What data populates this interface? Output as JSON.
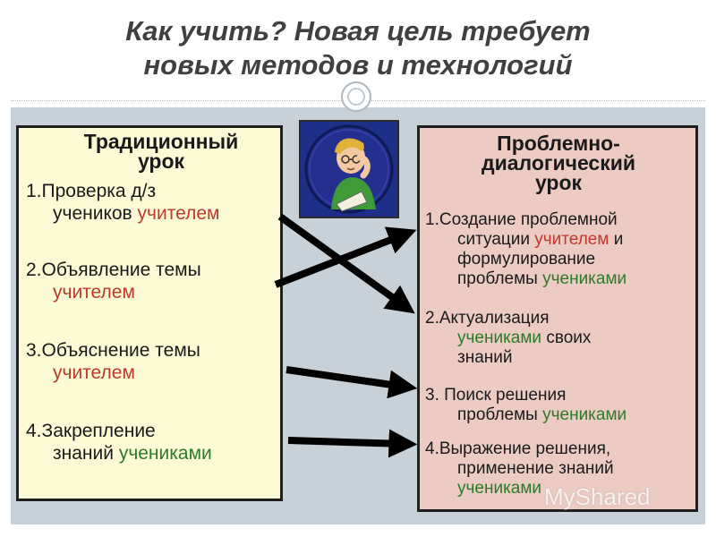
{
  "slide": {
    "title_lines": [
      "Как учить? Новая цель требует",
      "новых методов и технологий"
    ]
  },
  "traditional": {
    "title_lines": [
      "Традиционный",
      "урок"
    ],
    "items": [
      {
        "lines": [
          [
            {
              "t": "1.Проверка д/з"
            }
          ],
          [
            {
              "t": "учеников "
            },
            {
              "t": "учителем",
              "c": "teacher"
            }
          ]
        ]
      },
      {
        "lines": [
          [
            {
              "t": "2.Объявление темы"
            }
          ],
          [
            {
              "t": "учителем",
              "c": "teacher"
            }
          ]
        ]
      },
      {
        "lines": [
          [
            {
              "t": "3.Объяснение темы"
            }
          ],
          [
            {
              "t": "учителем",
              "c": "teacher"
            }
          ]
        ]
      },
      {
        "lines": [
          [
            {
              "t": "4.Закрепление"
            }
          ],
          [
            {
              "t": "знаний "
            },
            {
              "t": "учениками",
              "c": "student"
            }
          ]
        ]
      }
    ]
  },
  "problem": {
    "title_lines": [
      "Проблемно-",
      "диалогический",
      "урок"
    ],
    "items": [
      {
        "lines": [
          [
            {
              "t": "1.Создание проблемной"
            }
          ],
          [
            {
              "t": "ситуации "
            },
            {
              "t": "учителем",
              "c": "teacher"
            },
            {
              "t": " и"
            }
          ],
          [
            {
              "t": "формулирование"
            }
          ],
          [
            {
              "t": "проблемы "
            },
            {
              "t": "учениками",
              "c": "student"
            }
          ]
        ]
      },
      {
        "lines": [
          [
            {
              "t": "2.Актуализация"
            }
          ],
          [
            {
              "t": "учениками",
              "c": "student"
            },
            {
              "t": " своих"
            }
          ],
          [
            {
              "t": "знаний"
            }
          ]
        ]
      },
      {
        "lines": [
          [
            {
              "t": "3. Поиск решения"
            }
          ],
          [
            {
              "t": "проблемы "
            },
            {
              "t": "учениками",
              "c": "student"
            }
          ]
        ]
      },
      {
        "lines": [
          [
            {
              "t": "4.Выражение решения,"
            }
          ],
          [
            {
              "t": "применение знаний"
            }
          ],
          [
            {
              "t": "учениками",
              "c": "student"
            }
          ]
        ]
      }
    ]
  },
  "watermark": "MyShared",
  "colors": {
    "teacher": "#c0392b",
    "student": "#2f7a2a",
    "left_panel": "#fdfbd5",
    "right_panel": "#eccbc2",
    "arrow": "#000000"
  },
  "icons": {
    "illustration": "thinking-student-reading-book-icon"
  }
}
